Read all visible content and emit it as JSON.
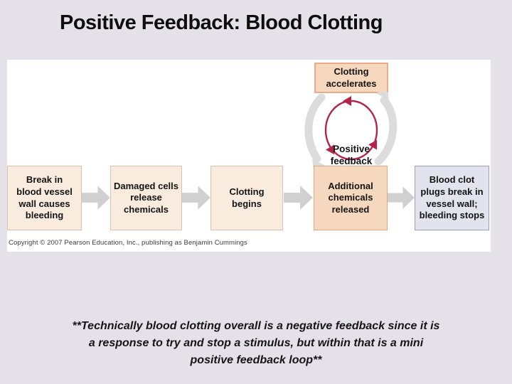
{
  "slide": {
    "title": "Positive Feedback: Blood Clotting",
    "background_color": "#e5e1e9"
  },
  "figure": {
    "accelerate_box_label": "Clotting\naccelerates",
    "loop_label": "Positive\nfeedback\nloop",
    "process_boxes": [
      {
        "label": "Break in\nblood vessel\nwall causes\nbleeding"
      },
      {
        "label": "Damaged cells\nrelease\nchemicals"
      },
      {
        "label": "Clotting\nbegins"
      },
      {
        "label": "Additional\nchemicals\nreleased"
      },
      {
        "label": "Blood clot\nplugs break in\nvessel wall;\nbleeding stops"
      }
    ],
    "copyright": "Copyright © 2007 Pearson Education, Inc., publishing as Benjamin Cummings",
    "colors": {
      "peach_fill": "#f6d8bf",
      "peach_border": "#e8ab8d",
      "cream_fill": "#f9ecdf",
      "cream_border": "#d9c3b0",
      "lavender_fill": "#e3e3ee",
      "lavender_border": "#98a0b5",
      "loop_red": "#b3244a",
      "flow_arrow_gray": "#d0d0d0",
      "cycle_arrow_gray": "#dcdcdc"
    }
  },
  "footer": {
    "lines": [
      "**Technically blood clotting overall is a negative feedback since it is",
      "a response to try and stop a stimulus, but within that is a mini",
      "positive feedback loop**"
    ]
  }
}
